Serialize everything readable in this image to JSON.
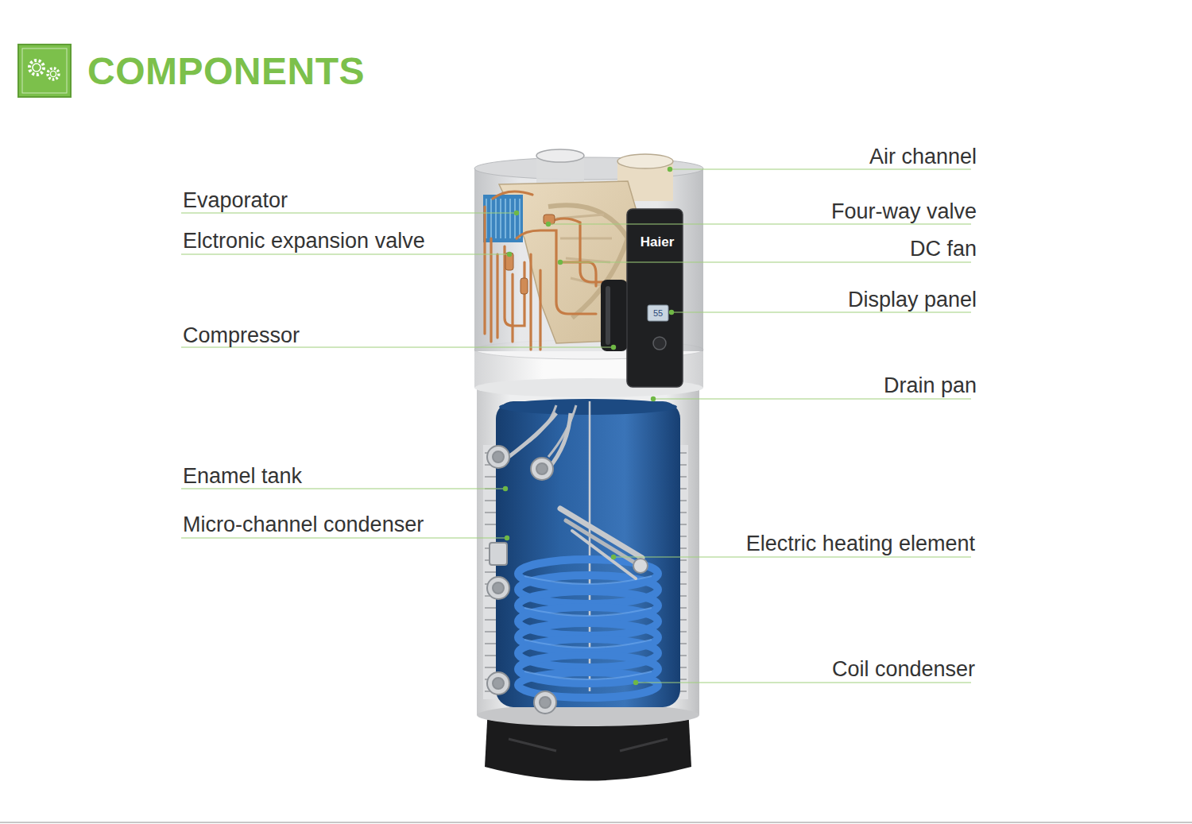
{
  "diagram": {
    "title": "COMPONENTS",
    "labels": [
      "Air channel",
      "Evaporator",
      "Four-way valve",
      "Elctronic expansion valve",
      "DC fan",
      "Display panel",
      "Compressor",
      "Drain pan",
      "Enamel tank",
      "Micro-channel condenser",
      "Electric heating element",
      "Coil condenser",
      "Haier",
      "55"
    ]
  }
}
